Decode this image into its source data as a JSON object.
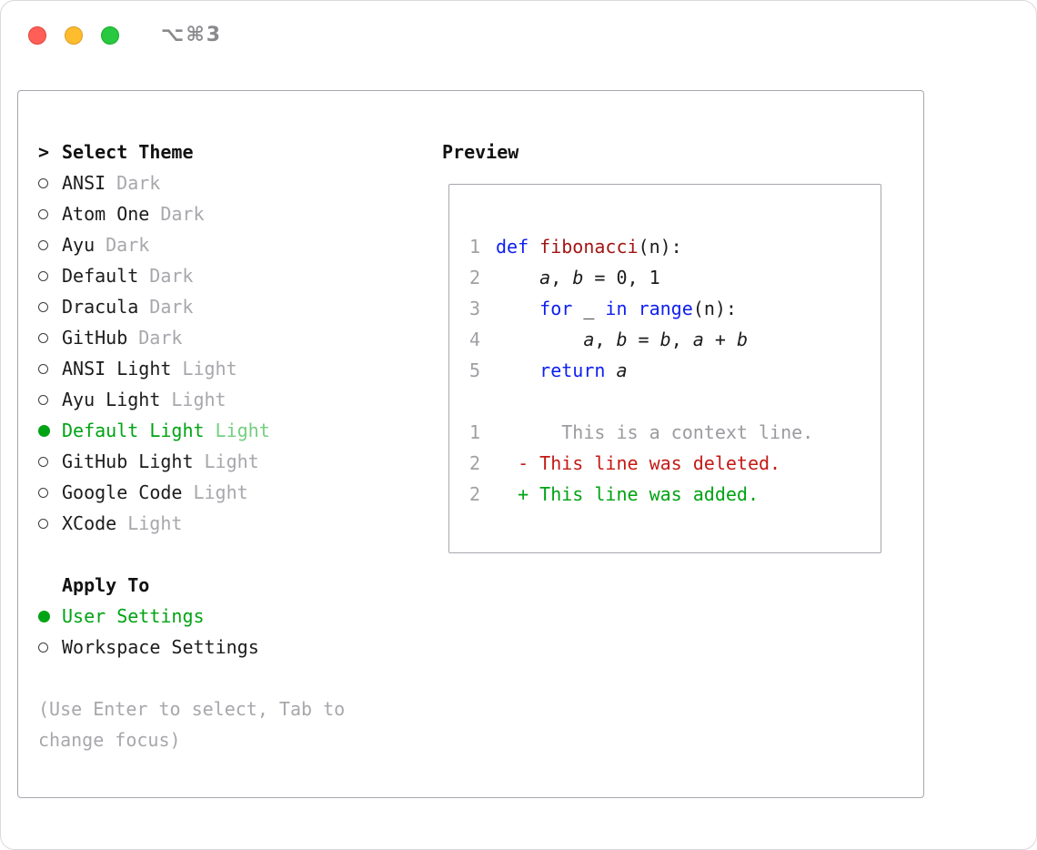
{
  "colors": {
    "accent_green": "#00a314",
    "accent_green_light": "#74cf80",
    "keyword_blue": "#0d1ff0",
    "function_red": "#a31515",
    "deleted_red": "#c41a16",
    "added_green": "#00a314",
    "muted_gray": "#a7a7ac"
  },
  "titlebar": {
    "shortcut": "⌥⌘3"
  },
  "theme_selector": {
    "prompt": ">",
    "title": "Select Theme",
    "items": [
      {
        "name": "ANSI",
        "variant": "Dark",
        "selected": false
      },
      {
        "name": "Atom One",
        "variant": "Dark",
        "selected": false
      },
      {
        "name": "Ayu",
        "variant": "Dark",
        "selected": false
      },
      {
        "name": "Default",
        "variant": "Dark",
        "selected": false
      },
      {
        "name": "Dracula",
        "variant": "Dark",
        "selected": false
      },
      {
        "name": "GitHub",
        "variant": "Dark",
        "selected": false
      },
      {
        "name": "ANSI Light",
        "variant": "Light",
        "selected": false
      },
      {
        "name": "Ayu Light",
        "variant": "Light",
        "selected": false
      },
      {
        "name": "Default Light",
        "variant": "Light",
        "selected": true
      },
      {
        "name": "GitHub Light",
        "variant": "Light",
        "selected": false
      },
      {
        "name": "Google Code",
        "variant": "Light",
        "selected": false
      },
      {
        "name": "XCode",
        "variant": "Light",
        "selected": false
      }
    ]
  },
  "apply_to": {
    "title": "Apply To",
    "options": [
      {
        "label": "User Settings",
        "selected": true
      },
      {
        "label": "Workspace Settings",
        "selected": false
      }
    ]
  },
  "hint": "(Use Enter to select, Tab to change focus)",
  "preview": {
    "title": "Preview",
    "code_lines": [
      {
        "num": "1",
        "tokens": [
          {
            "t": "def",
            "c": "kw"
          },
          {
            "t": " "
          },
          {
            "t": "fibonacci",
            "c": "fn"
          },
          {
            "t": "(n):"
          }
        ]
      },
      {
        "num": "2",
        "tokens": [
          {
            "t": "    "
          },
          {
            "t": "a",
            "c": "var"
          },
          {
            "t": ", "
          },
          {
            "t": "b",
            "c": "var"
          },
          {
            "t": " = 0, 1"
          }
        ]
      },
      {
        "num": "3",
        "tokens": [
          {
            "t": "    "
          },
          {
            "t": "for",
            "c": "kw"
          },
          {
            "t": " _ "
          },
          {
            "t": "in",
            "c": "kw"
          },
          {
            "t": " "
          },
          {
            "t": "range",
            "c": "kw"
          },
          {
            "t": "(n):"
          }
        ]
      },
      {
        "num": "4",
        "tokens": [
          {
            "t": "        "
          },
          {
            "t": "a",
            "c": "var"
          },
          {
            "t": ", "
          },
          {
            "t": "b",
            "c": "var"
          },
          {
            "t": " = "
          },
          {
            "t": "b",
            "c": "var"
          },
          {
            "t": ", "
          },
          {
            "t": "a",
            "c": "var"
          },
          {
            "t": " + "
          },
          {
            "t": "b",
            "c": "var"
          }
        ]
      },
      {
        "num": "5",
        "tokens": [
          {
            "t": "    "
          },
          {
            "t": "return",
            "c": "kw"
          },
          {
            "t": " "
          },
          {
            "t": "a",
            "c": "var"
          }
        ]
      }
    ],
    "diff_lines": [
      {
        "num": "1",
        "type": "context",
        "text": "      This is a context line."
      },
      {
        "num": "2",
        "type": "deleted",
        "text": "  - This line was deleted."
      },
      {
        "num": "2",
        "type": "added",
        "text": "  + This line was added."
      }
    ]
  }
}
